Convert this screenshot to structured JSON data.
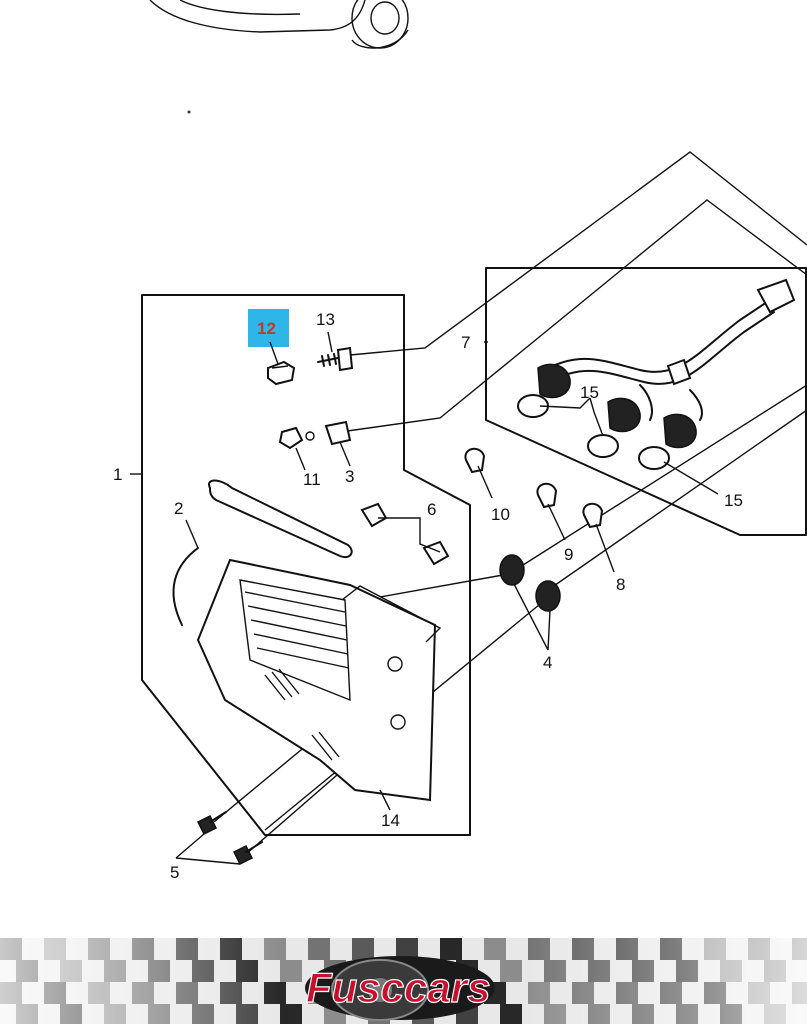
{
  "diagram": {
    "callouts": {
      "c1": "1",
      "c2": "2",
      "c3": "3",
      "c4": "4",
      "c5": "5",
      "c6": "6",
      "c7": "7",
      "c8": "8",
      "c9": "9",
      "c10": "10",
      "c11": "11",
      "c12": "12",
      "c13": "13",
      "c14": "14",
      "c15a": "15",
      "c15b": "15"
    },
    "highlight_color": "#2fb6e8",
    "highlighted_part": "12"
  },
  "footer": {
    "brand": "Fusccars",
    "brand_color": "#c8102e"
  }
}
